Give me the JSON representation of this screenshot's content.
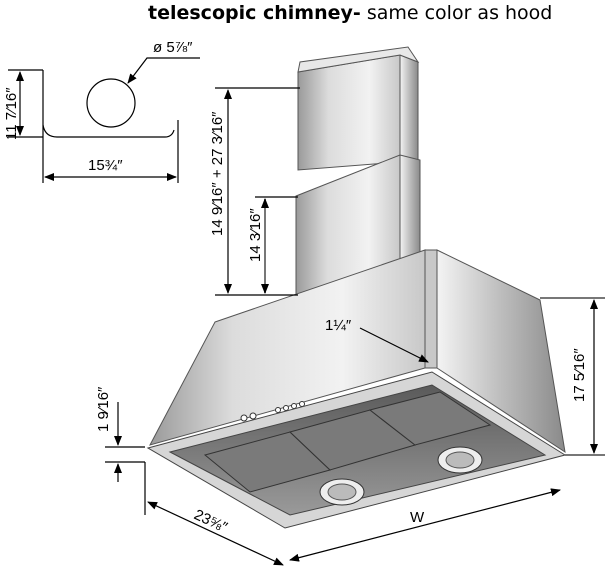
{
  "title": {
    "bold": "telescopic chimney-",
    "regular": " same color as hood"
  },
  "dimensions": {
    "duct_diameter": "ø 5⅞″",
    "bracket_height": "11 7⁄16″",
    "bracket_width": "15¾″",
    "chimney_total": "14 9⁄16″ + 27 3⁄16″",
    "chimney_lower": "14 3⁄16″",
    "corner_trim": "1¼″",
    "hood_height": "17 5⁄16″",
    "rim_height": "1 9⁄16″",
    "depth": "23⅝″",
    "width": "W"
  },
  "colors": {
    "steel_light": "#e6e6e6",
    "steel_mid": "#b8b8b8",
    "steel_dark": "#6e6e6e"
  }
}
